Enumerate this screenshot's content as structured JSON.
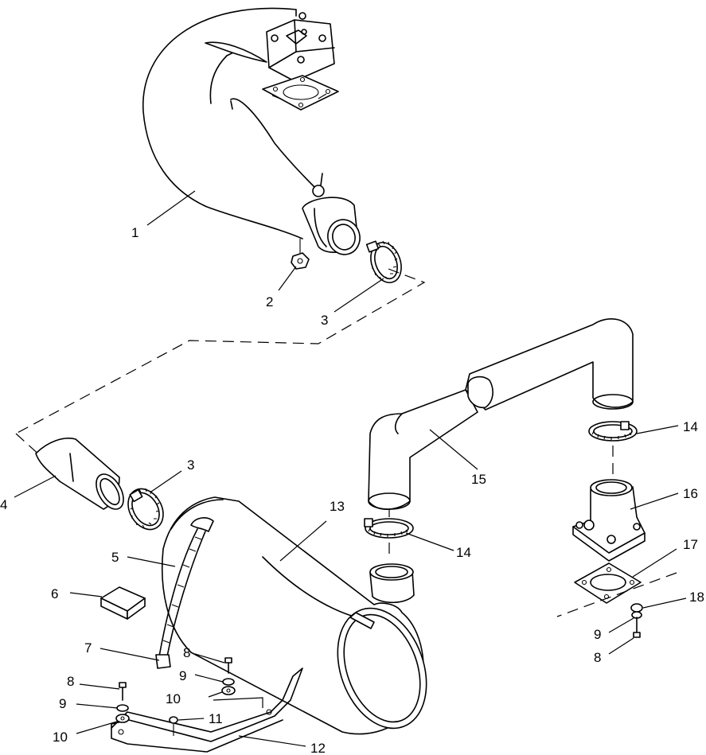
{
  "callouts": {
    "c1": "1",
    "c2": "2",
    "c3a": "3",
    "c3b": "3",
    "c4": "4",
    "c5": "5",
    "c6": "6",
    "c7": "7",
    "c8a": "8",
    "c8b": "8",
    "c8c": "8",
    "c9a": "9",
    "c9b": "9",
    "c9c": "9",
    "c10a": "10",
    "c10b": "10",
    "c11": "11",
    "c12": "12",
    "c13": "13",
    "c14a": "14",
    "c14b": "14",
    "c15": "15",
    "c16": "16",
    "c17": "17",
    "c18": "18"
  }
}
